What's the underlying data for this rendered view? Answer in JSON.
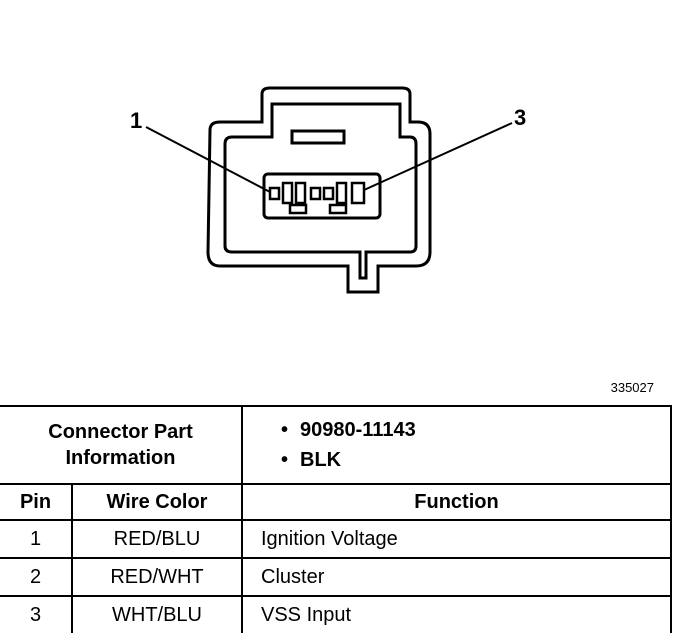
{
  "figure": {
    "pin_labels": [
      "1",
      "3"
    ],
    "figure_number": "335027"
  },
  "table": {
    "info_label": "Connector Part Information",
    "info_values": [
      "90980-11143",
      "BLK"
    ],
    "bullet": "•",
    "headers": [
      "Pin",
      "Wire Color",
      "Function"
    ],
    "rows": [
      {
        "pin": "1",
        "wire_color": "RED/BLU",
        "function": "Ignition Voltage"
      },
      {
        "pin": "2",
        "wire_color": "RED/WHT",
        "function": "Cluster"
      },
      {
        "pin": "3",
        "wire_color": "WHT/BLU",
        "function": "VSS Input"
      }
    ]
  }
}
